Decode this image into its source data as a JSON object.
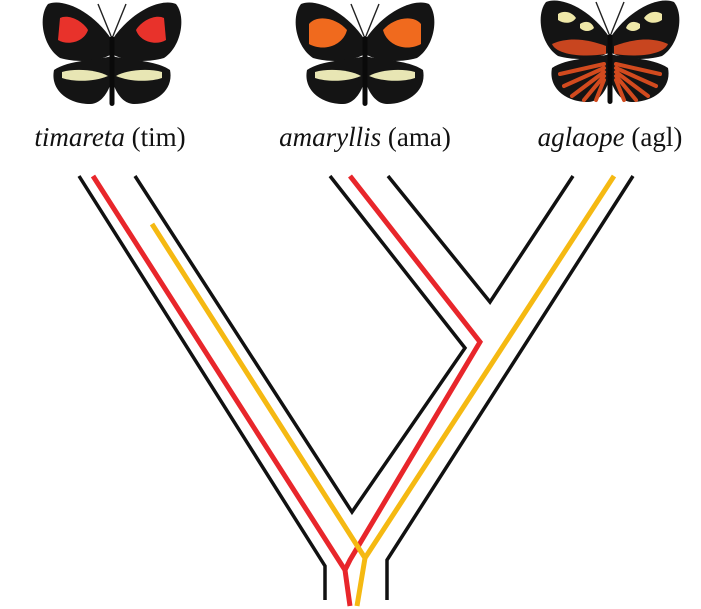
{
  "taxa": [
    {
      "species": "timareta",
      "abbrev": "(tim)"
    },
    {
      "species": "amaryllis",
      "abbrev": "(ama)"
    },
    {
      "species": "aglaope",
      "abbrev": "(agl)"
    }
  ],
  "colors": {
    "species_tree": "#111111",
    "red_gene_tree": "#e8262b",
    "yellow_gene_tree": "#f5b912",
    "wing_black": "#141414",
    "wing_red_patch": "#e8322b",
    "wing_orange_patch": "#f06a1e",
    "wing_pale_band": "#e8e6b4",
    "wing_aglaope_rays": "#c8451f"
  },
  "icons": [
    "butterfly-timareta-icon",
    "butterfly-amaryllis-icon",
    "butterfly-aglaope-icon"
  ]
}
